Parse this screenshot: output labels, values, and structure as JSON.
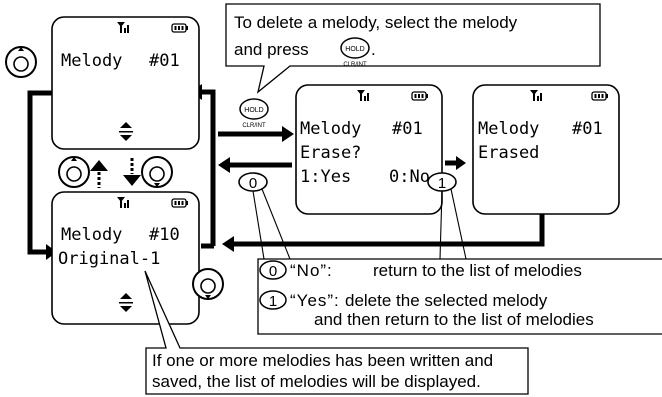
{
  "callout_top": {
    "line1": "To delete a melody, select the melody",
    "line2": "and press",
    "period": "."
  },
  "hold_key": {
    "label": "HOLD",
    "sublabel": "CLR/INT"
  },
  "screen_list": {
    "title": "Melody",
    "number": "#01"
  },
  "screen_original": {
    "title": "Melody",
    "number": "#10",
    "name": "Original-1"
  },
  "screen_erase": {
    "title": "Melody",
    "number": "#01",
    "prompt": "Erase?",
    "yes": "1:Yes",
    "no": "0:No"
  },
  "screen_erased": {
    "title": "Melody",
    "number": "#01",
    "status": "Erased"
  },
  "keys": {
    "zero": "0",
    "one": "1"
  },
  "legend": {
    "no_label": "“No”:",
    "no_text": "return to the list of melodies",
    "yes_label": "“Yes”:",
    "yes_text1": "delete the selected melody",
    "yes_text2": "and then return to the list of melodies"
  },
  "callout_bottom": {
    "line1": "If one or more melodies has been written and",
    "line2": "saved, the list of melodies will be displayed."
  }
}
